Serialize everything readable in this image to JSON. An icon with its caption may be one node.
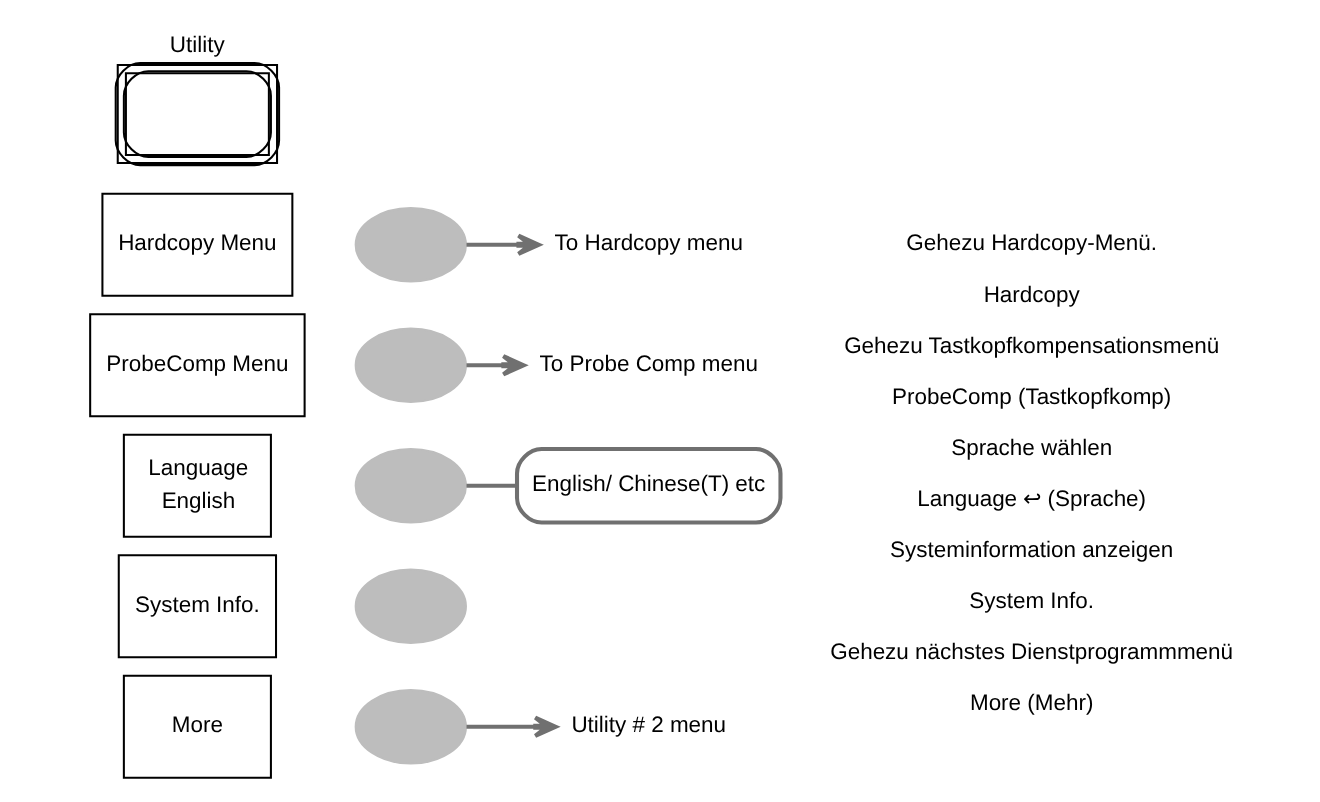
{
  "diagram": {
    "nodes": [
      {
        "text": [
          "Utility"
        ]
      },
      {
        "text": [
          "Hardcopy Menu"
        ]
      },
      {
        "text": [],
        "shape": "ellipse"
      },
      {
        "text": [
          "To Hardcopy menu"
        ]
      },
      {
        "text": [
          "ProbeComp Menu"
        ]
      },
      {
        "text": [],
        "shape": "ellipse"
      },
      {
        "text": [
          "To Probe Comp menu"
        ]
      },
      {
        "text": [
          "Language",
          "English"
        ]
      },
      {
        "text": [],
        "shape": "ellipse"
      },
      {
        "text": [
          "English/ Chinese(T) etc"
        ]
      },
      {
        "text": [
          "System Info."
        ]
      },
      {
        "text": [],
        "shape": "ellipse"
      },
      {
        "text": [
          "More"
        ]
      },
      {
        "text": [],
        "shape": "ellipse"
      },
      {
        "text": [
          "Utility # 2 menu"
        ]
      }
    ],
    "edges": [
      {
        "from": 2,
        "to": 3,
        "arrow": "to"
      },
      {
        "from": 5,
        "to": 6,
        "arrow": "to"
      },
      {
        "from": 8,
        "to": 9,
        "arrow": "none"
      },
      {
        "from": 13,
        "to": 14,
        "arrow": "to"
      }
    ],
    "labels": [
      "Gehezu Hardcopy-Menü.",
      "Hardcopy",
      "Gehezu Tastkopfkompensationsmenü",
      "ProbeComp (Tastkopfkomp)",
      "Sprache wählen",
      "Language ↩ (Sprache)",
      "Systeminformation anzeigen",
      "System Info.",
      "Gehezu nächstes Dienstprogrammmenü",
      "More (Mehr)"
    ]
  }
}
